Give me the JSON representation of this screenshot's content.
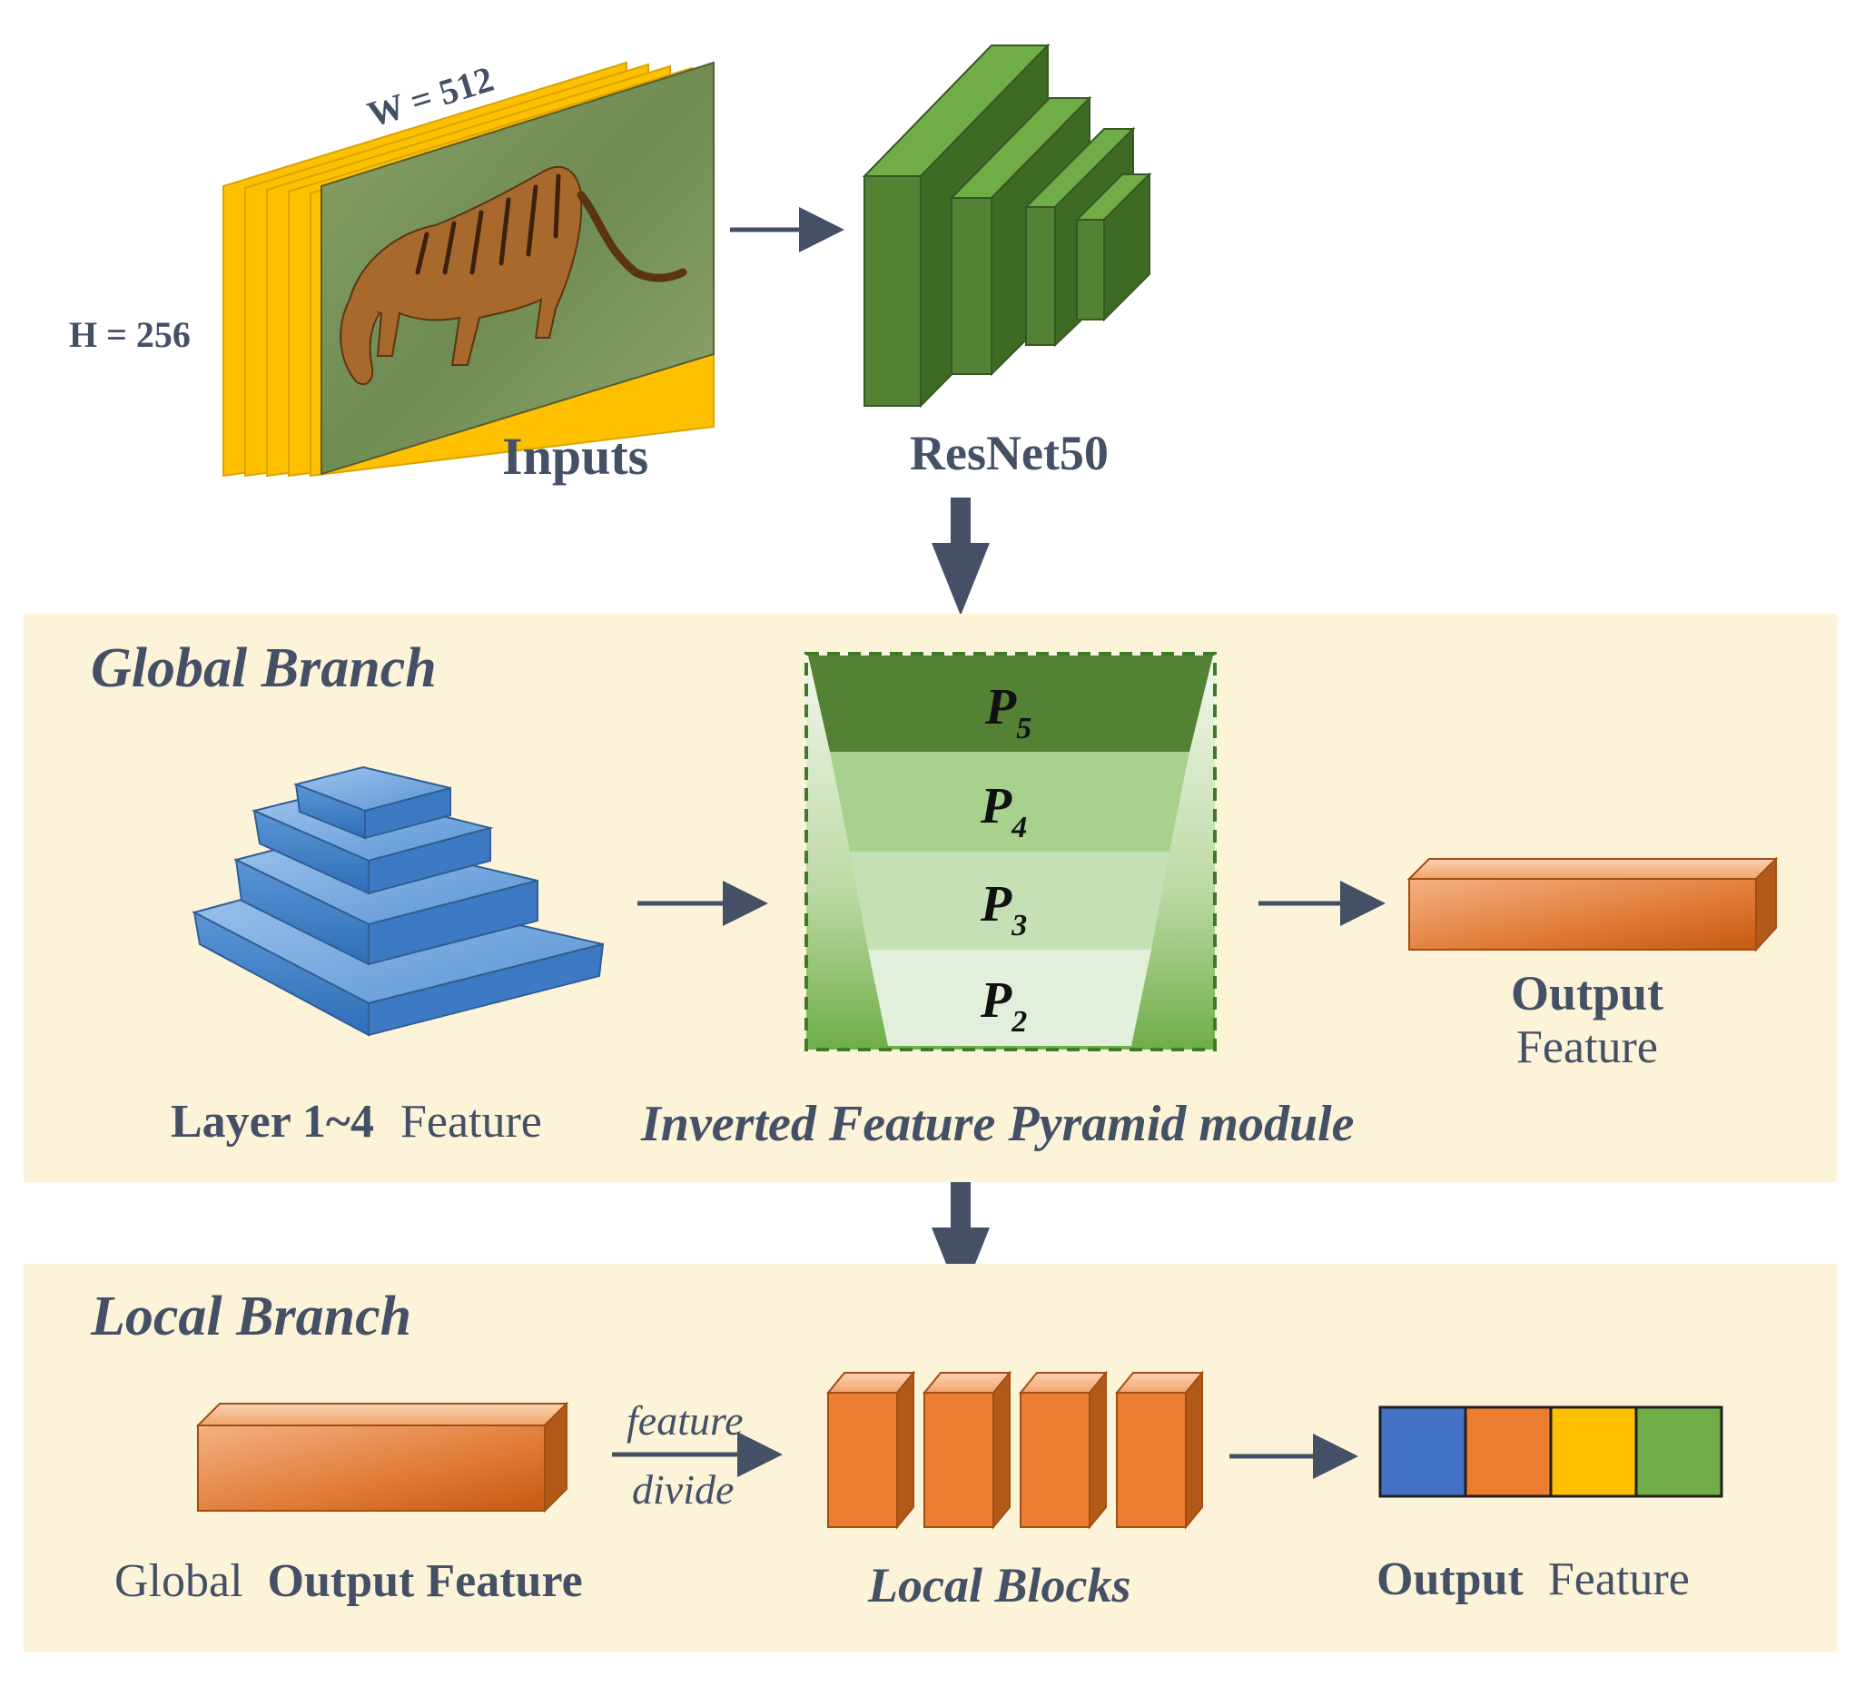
{
  "inputs": {
    "width_label": "W = 512",
    "height_label": "H = 256",
    "title": "Inputs",
    "photo_subject": "tiger"
  },
  "backbone": {
    "title": "ResNet50"
  },
  "global_branch": {
    "title": "Global Branch",
    "layer_feature": {
      "bold": "Layer 1~4",
      "normal": "Feature"
    },
    "ifp_module": {
      "title": "Inverted Feature Pyramid module",
      "levels": [
        {
          "label": "P",
          "sub": "5"
        },
        {
          "label": "P",
          "sub": "4"
        },
        {
          "label": "P",
          "sub": "3"
        },
        {
          "label": "P",
          "sub": "2"
        }
      ]
    },
    "output": {
      "line1": "Output",
      "line2": "Feature"
    }
  },
  "local_branch": {
    "title": "Local Branch",
    "global_output": {
      "normal": "Global",
      "bold": "Output Feature"
    },
    "divide_arrow": {
      "top": "feature",
      "bottom": "divide"
    },
    "local_blocks": {
      "title": "Local Blocks",
      "count": 4
    },
    "output": {
      "bold": "Output",
      "normal": "Feature"
    },
    "output_segments": [
      "#4472c4",
      "#ed7d31",
      "#ffc000",
      "#70ad47"
    ]
  },
  "colors": {
    "label": "#445065",
    "arrow": "#445065",
    "panel": "#fdf3d9",
    "input_frames": "#ffc000",
    "resnet": "#548235",
    "pyramid": "#4a86c8",
    "orange": "#e07a35"
  }
}
